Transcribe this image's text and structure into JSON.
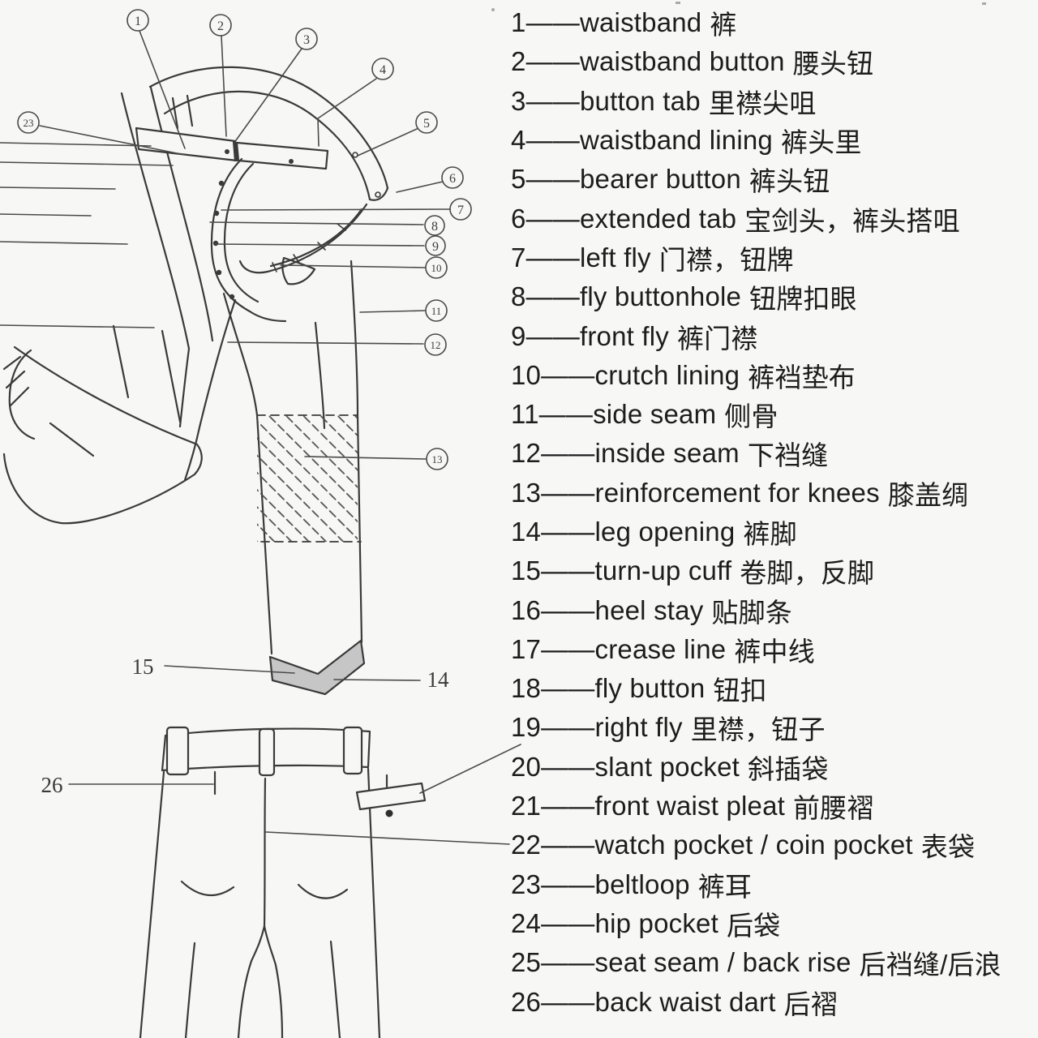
{
  "colors": {
    "background": "#f7f7f5",
    "line": "#3a3a3a",
    "cuff_fill": "#c6c6c6",
    "text": "#1d1d1d"
  },
  "figure1": {
    "description": "front view of trousers with waistband opened out showing fly, knee reinforcement and turn-up cuff",
    "circled_callouts": [
      "1",
      "2",
      "3",
      "4",
      "5",
      "6",
      "7",
      "8",
      "9",
      "10",
      "11",
      "12",
      "13",
      "23"
    ],
    "plain_callouts": [
      "15",
      "14"
    ]
  },
  "figure2": {
    "description": "back view of trousers with beltloops, back waist dart and hip pocket",
    "plain_callouts": [
      "26"
    ]
  },
  "legend": {
    "separator": "——",
    "items": [
      {
        "num": "1",
        "en": "waistband",
        "zh": "裤"
      },
      {
        "num": "2",
        "en": "waistband button",
        "zh": "腰头钮"
      },
      {
        "num": "3",
        "en": "button tab",
        "zh": "里襟尖咀"
      },
      {
        "num": "4",
        "en": "waistband lining",
        "zh": "裤头里"
      },
      {
        "num": "5",
        "en": "bearer button",
        "zh": "裤头钮"
      },
      {
        "num": "6",
        "en": "extended tab",
        "zh": "宝剑头，裤头搭咀"
      },
      {
        "num": "7",
        "en": "left fly",
        "zh": "门襟，钮牌"
      },
      {
        "num": "8",
        "en": "fly buttonhole",
        "zh": "钮牌扣眼"
      },
      {
        "num": "9",
        "en": "front fly",
        "zh": "裤门襟"
      },
      {
        "num": "10",
        "en": "crutch lining",
        "zh": "裤裆垫布"
      },
      {
        "num": "11",
        "en": "side seam",
        "zh": "侧骨"
      },
      {
        "num": "12",
        "en": "inside seam",
        "zh": "下裆缝"
      },
      {
        "num": "13",
        "en": "reinforcement for knees",
        "zh": "膝盖绸"
      },
      {
        "num": "14",
        "en": "leg opening",
        "zh": "裤脚"
      },
      {
        "num": "15",
        "en": "turn-up cuff",
        "zh": "卷脚，反脚"
      },
      {
        "num": "16",
        "en": "heel stay",
        "zh": "贴脚条"
      },
      {
        "num": "17",
        "en": "crease line",
        "zh": "裤中线"
      },
      {
        "num": "18",
        "en": "fly button",
        "zh": "钮扣"
      },
      {
        "num": "19",
        "en": "right fly",
        "zh": "里襟，钮子"
      },
      {
        "num": "20",
        "en": "slant pocket",
        "zh": "斜插袋"
      },
      {
        "num": "21",
        "en": "front waist pleat",
        "zh": "前腰褶"
      },
      {
        "num": "22",
        "en": "watch pocket / coin pocket",
        "zh": "表袋"
      },
      {
        "num": "23",
        "en": "beltloop",
        "zh": "裤耳"
      },
      {
        "num": "24",
        "en": "hip pocket",
        "zh": "后袋"
      },
      {
        "num": "25",
        "en": "seat seam / back rise",
        "zh": "后裆缝/后浪"
      },
      {
        "num": "26",
        "en": "back waist dart",
        "zh": "后褶"
      }
    ]
  }
}
